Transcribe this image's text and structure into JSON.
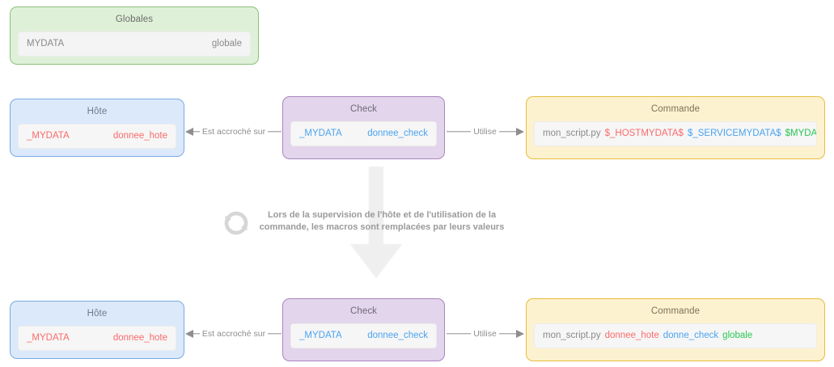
{
  "diagram": {
    "type": "flow-diagram",
    "title_visible": false,
    "colors": {
      "globals_bg": "#dff0d8",
      "globals_border": "#8cc07c",
      "host_bg": "#dbe9fb",
      "host_border": "#7aaae0",
      "check_bg": "#e3d5ec",
      "check_border": "#a985c0",
      "command_bg": "#fdf2cf",
      "command_border": "#e8bc3e",
      "macro_host": "#fb6a6a",
      "macro_service": "#4aa3ef",
      "macro_global": "#2bc653",
      "connector": "#8e8e8e",
      "arrow_fill": "#ececec"
    }
  },
  "globals_card": {
    "title": "Globales",
    "macro_name": "MYDATA",
    "macro_value": "globale"
  },
  "row_top": {
    "host": {
      "title": "Hôte",
      "macro_name": "_MYDATA",
      "macro_value": "donnee_hote"
    },
    "check": {
      "title": "Check",
      "macro_name": "_MYDATA",
      "macro_value": "donnee_check"
    },
    "command": {
      "title": "Commande",
      "script": "mon_script.py",
      "arg_host": "$_HOSTMYDATA$",
      "arg_service": "$_SERVICEMYDATA$",
      "arg_global": "$MYDATA$"
    },
    "connector_left_label": "Est accroché sur",
    "connector_right_label": "Utilise"
  },
  "middle_note": {
    "icon": "refresh-sync-icon",
    "line1": "Lors de la supervision de l'hôte et de l'utilisation de la",
    "line2": "commande, les macros sont remplacées par leurs valeurs"
  },
  "row_bottom": {
    "host": {
      "title": "Hôte",
      "macro_name": "_MYDATA",
      "macro_value": "donnee_hote"
    },
    "check": {
      "title": "Check",
      "macro_name": "_MYDATA",
      "macro_value": "donnee_check"
    },
    "command": {
      "title": "Commande",
      "script": "mon_script.py",
      "arg_host": "donnee_hote",
      "arg_service": "donne_check",
      "arg_global": "globale"
    },
    "connector_left_label": "Est accroché sur",
    "connector_right_label": "Utilise"
  }
}
